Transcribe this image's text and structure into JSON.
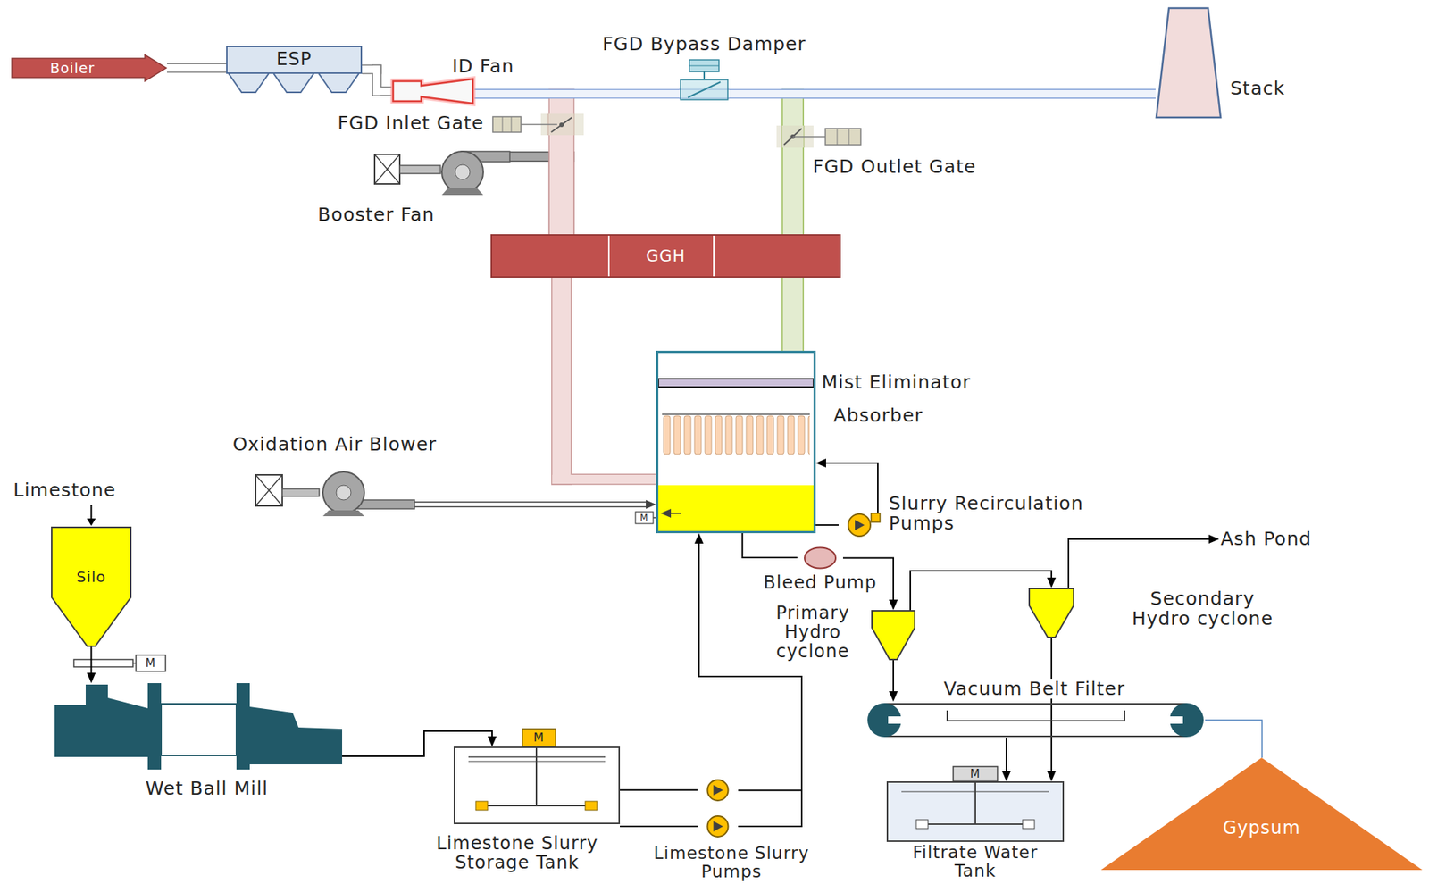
{
  "diagram": {
    "nodes": [
      {
        "text": [
          "Boiler"
        ]
      },
      {
        "text": [
          "ESP"
        ]
      },
      {
        "text": [
          "ID Fan"
        ]
      },
      {
        "text": [
          "FGD Bypass Damper"
        ]
      },
      {
        "text": [
          "Stack"
        ]
      },
      {
        "text": [
          "FGD Inlet Gate"
        ]
      },
      {
        "text": [
          "FGD Outlet Gate"
        ]
      },
      {
        "text": [
          "Booster Fan"
        ]
      },
      {
        "text": [
          "GGH"
        ]
      },
      {
        "text": [
          "Absorber"
        ]
      },
      {
        "text": [
          "Oxidation Air Blower"
        ]
      },
      {
        "text": [
          "Slurry Recirculation Pumps"
        ]
      },
      {
        "text": [
          "Bleed Pump"
        ]
      },
      {
        "text": [
          "Ash Pond"
        ]
      },
      {
        "text": [
          "Primary Hydro cyclone"
        ]
      },
      {
        "text": [
          "Secondary Hydro cyclone"
        ]
      },
      {
        "text": [
          "Silo"
        ]
      },
      {
        "text": [
          "Vacuum Belt Filter"
        ]
      },
      {
        "text": [
          "Wet Ball Mill"
        ]
      },
      {
        "text": [
          "Limestone Slurry Storage Tank"
        ]
      },
      {
        "text": [
          "Limestone Slurry Pumps"
        ]
      },
      {
        "text": [
          "Filtrate Water Tank"
        ]
      },
      {
        "text": [
          "Gypsum"
        ]
      }
    ],
    "edges": [
      {
        "from": 0,
        "to": 1,
        "arrow": "none"
      },
      {
        "from": 1,
        "to": 2,
        "arrow": "none"
      },
      {
        "from": 2,
        "to": 3,
        "arrow": "none"
      },
      {
        "from": 3,
        "to": 4,
        "arrow": "none"
      },
      {
        "from": 2,
        "to": 5,
        "arrow": "none"
      },
      {
        "from": 5,
        "to": 8,
        "arrow": "none"
      },
      {
        "from": 7,
        "to": 8,
        "arrow": "none"
      },
      {
        "from": 8,
        "to": 9,
        "arrow": "none"
      },
      {
        "from": 9,
        "to": 8,
        "arrow": "none"
      },
      {
        "from": 8,
        "to": 6,
        "arrow": "none"
      },
      {
        "from": 6,
        "to": 4,
        "arrow": "none"
      },
      {
        "from": 10,
        "to": 9,
        "arrow": "to"
      },
      {
        "from": 9,
        "to": 11,
        "arrow": "none"
      },
      {
        "from": 11,
        "to": 9,
        "arrow": "to"
      },
      {
        "from": 9,
        "to": 12,
        "arrow": "none"
      },
      {
        "from": 12,
        "to": 14,
        "arrow": "to"
      },
      {
        "from": 14,
        "to": 15,
        "arrow": "to"
      },
      {
        "from": 15,
        "to": 13,
        "arrow": "to"
      },
      {
        "from": 14,
        "to": 17,
        "arrow": "to"
      },
      {
        "from": 15,
        "to": 21,
        "arrow": "to"
      },
      {
        "from": 17,
        "to": 21,
        "arrow": "to"
      },
      {
        "from": 17,
        "to": 22,
        "arrow": "none"
      },
      {
        "from": 16,
        "to": 18,
        "arrow": "to"
      },
      {
        "from": 18,
        "to": 19,
        "arrow": "to"
      },
      {
        "from": 19,
        "to": 20,
        "arrow": "none"
      },
      {
        "from": 20,
        "to": 9,
        "arrow": "to"
      }
    ],
    "labels": [
      "Mist Eliminator",
      "M",
      "Limestone",
      "M",
      "M",
      "M"
    ]
  }
}
